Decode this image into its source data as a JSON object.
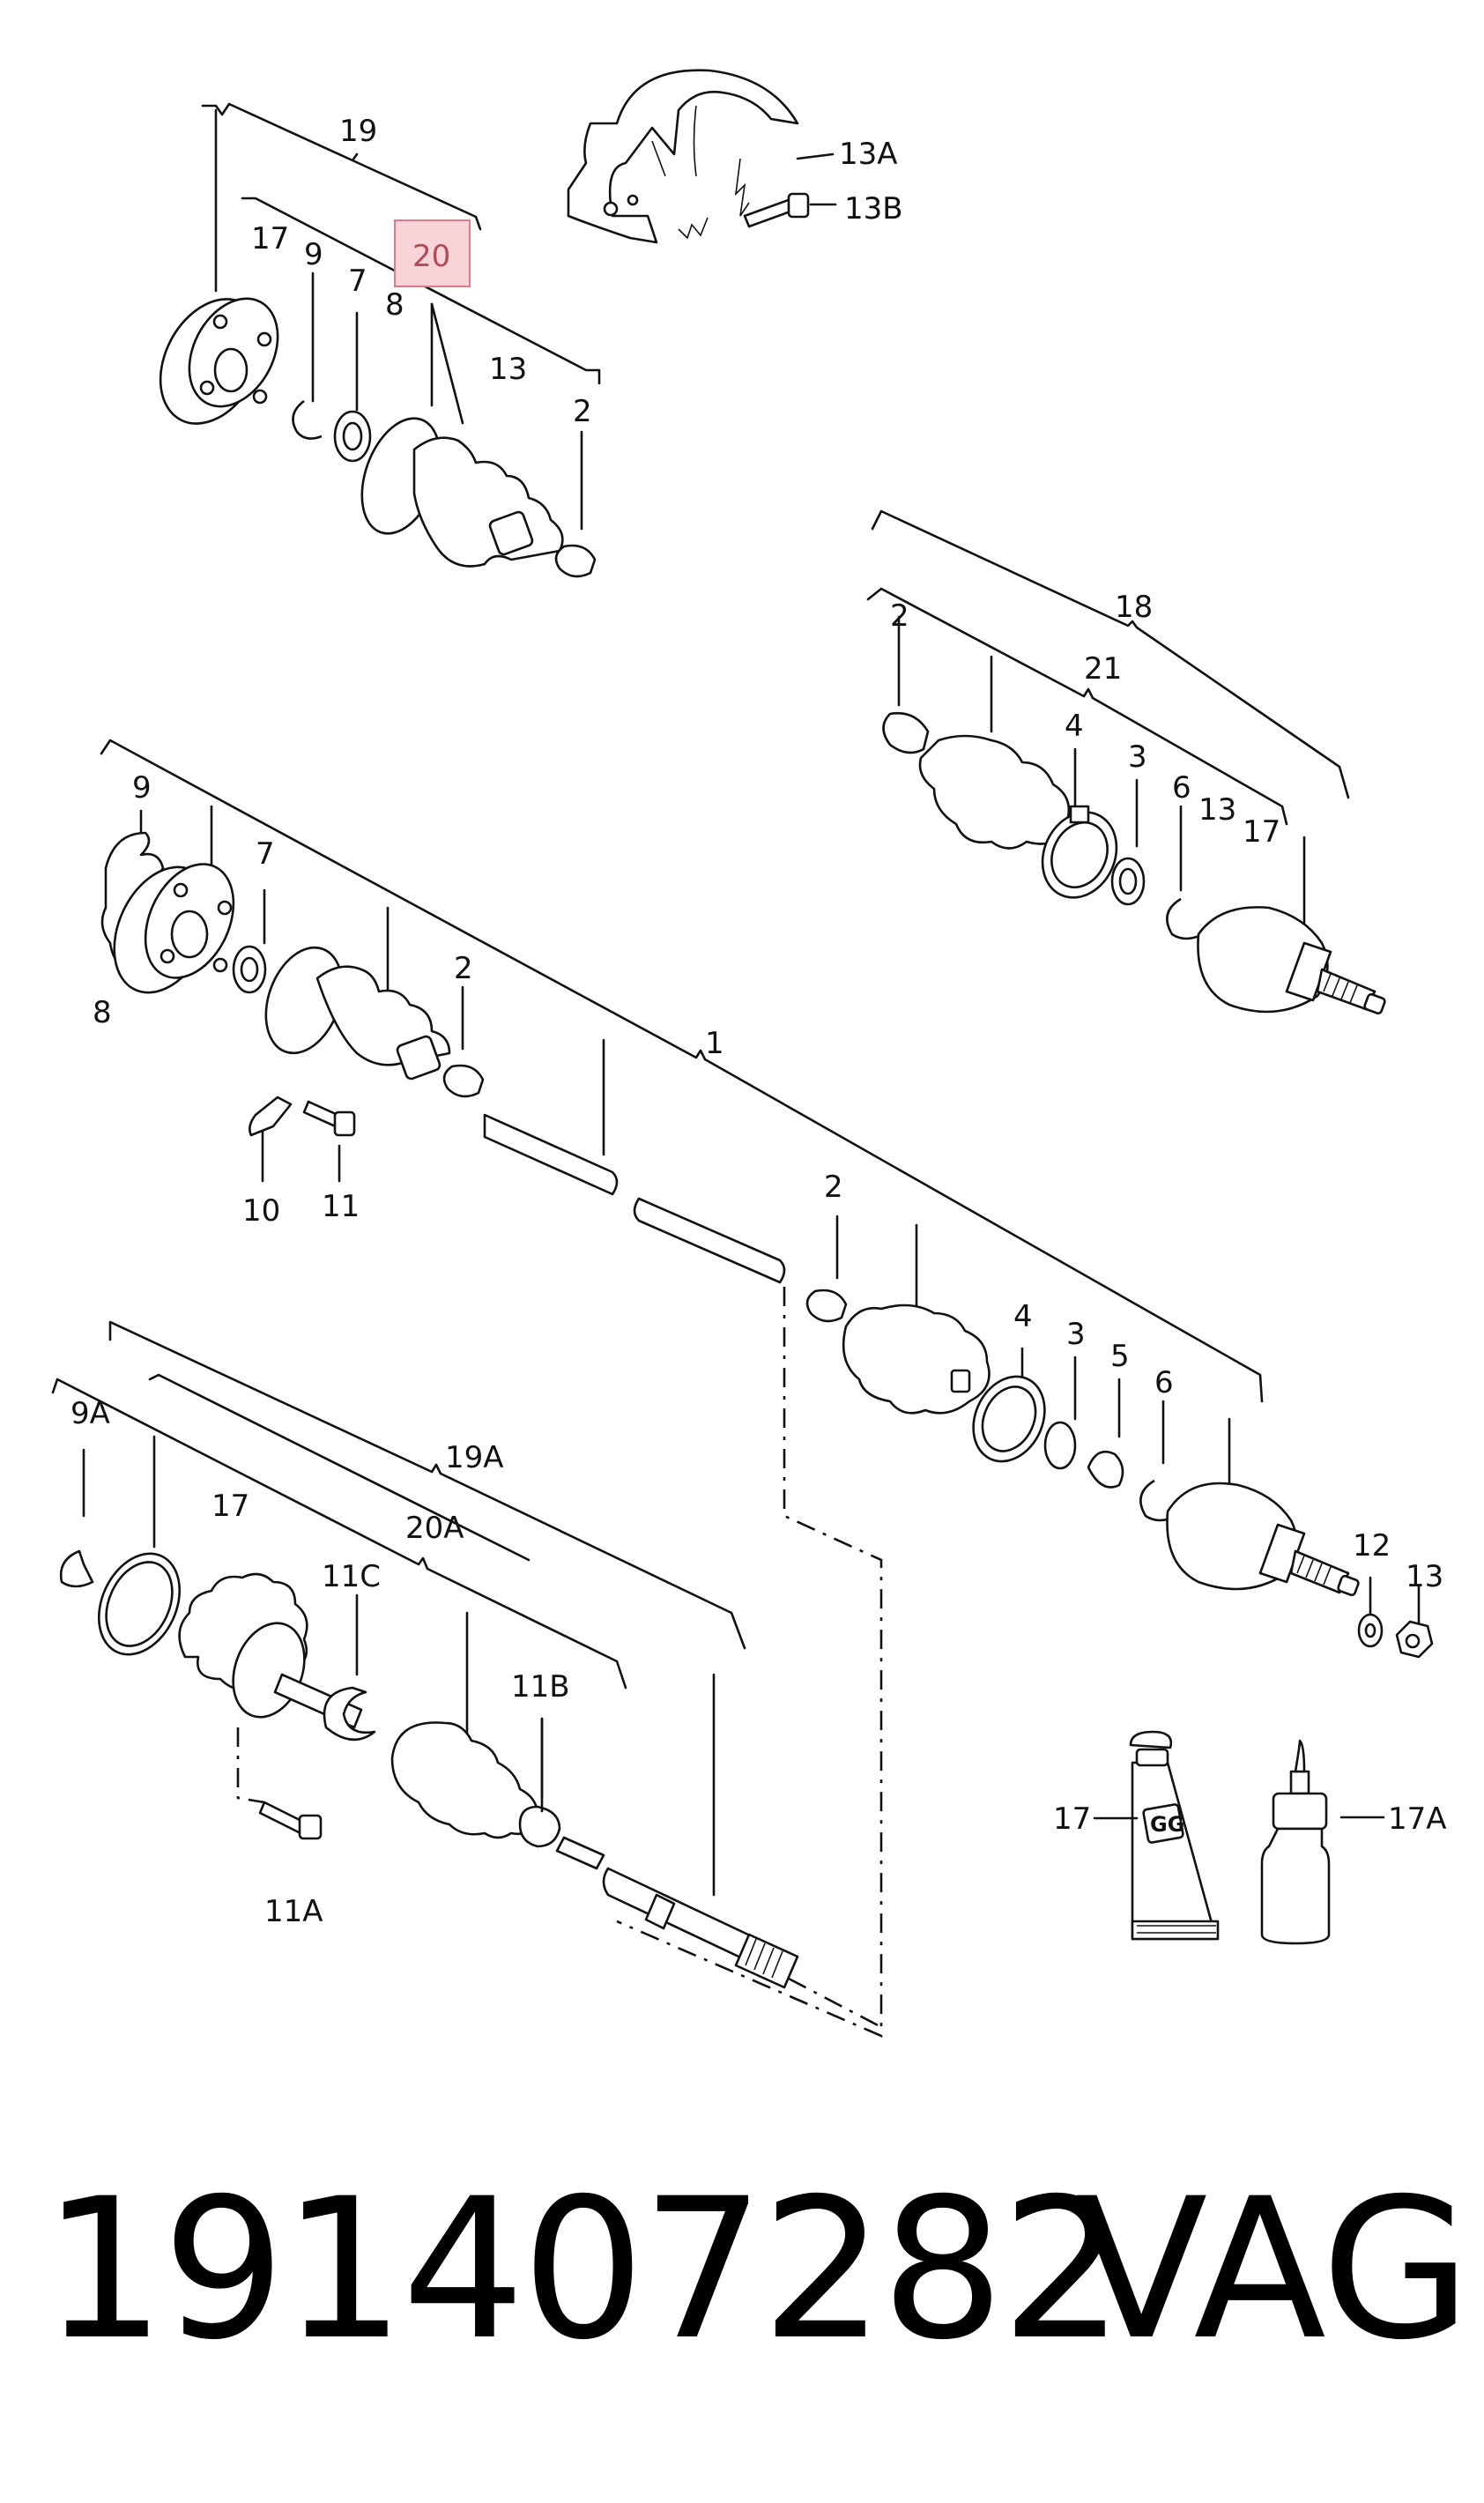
{
  "labels": {
    "l19": "19",
    "l17a": "17",
    "l9a": "9",
    "l7a": "7",
    "l8a": "8",
    "l20": "20",
    "l13a": "13",
    "l2a": "2",
    "l13A": "13A",
    "l13B": "13B",
    "l18": "18",
    "l2b": "2",
    "l21": "21",
    "l4a": "4",
    "l3a": "3",
    "l6a": "6",
    "l13b": "13",
    "l17b": "17",
    "l9b": "9",
    "l7b": "7",
    "l8b": "8",
    "l2c": "2",
    "l1": "1",
    "l10": "10",
    "l11": "11",
    "l2d": "2",
    "l4b": "4",
    "l3b": "3",
    "l5": "5",
    "l6b": "6",
    "l12": "12",
    "l13c": "13",
    "l9A": "9A",
    "l17c": "17",
    "l19A": "19A",
    "l20A": "20A",
    "l11C": "11C",
    "l11B": "11B",
    "l11A": "11A",
    "l17d": "17",
    "l17A": "17A",
    "tube": "GG"
  },
  "footer": {
    "part_number": "191407282",
    "brand": "VAG"
  },
  "highlight": {
    "label": "20",
    "color": "#f8d4d8"
  }
}
